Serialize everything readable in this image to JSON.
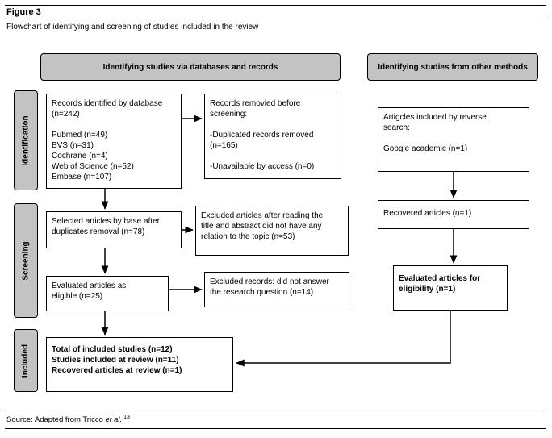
{
  "figure": {
    "label": "Figure 3",
    "caption": "Flowchart of identifying and screening of studies included in the review"
  },
  "headers": {
    "databases": "Identifying studies via databases and records",
    "other_methods": "Identifying studies from other methods"
  },
  "stages": {
    "identification": "Identification",
    "screening": "Screening",
    "included": "Included"
  },
  "boxes": {
    "records_identified": "Records identified by database\n(n=242)\n\nPubmed (n=49)\nBVS (n=31)\nCochrane (n=4)\nWeb of Science (n=52)\nEmbase (n=107)",
    "records_removed": "Records removied before\nscreening:\n\n-Duplicated records removed\n(n=165)\n\n-Unavailable by access (n=0)",
    "reverse_search": "Artigcles included by reverse\nsearch:\n\nGoogle academic  (n=1)",
    "selected_articles": "Selected articles by base after\nduplicates removal (n=78)",
    "excluded_title_abstract": "Excluded articles after reading the\ntitle and abstract did not have any\nrelation to the topic (n=53)",
    "recovered_articles": "Recovered articles (n=1)",
    "evaluated_eligible": "Evaluated articles as\neligible (n=25)",
    "excluded_records": "Excluded records: did not answer\nthe research question (n=14)",
    "evaluated_eligibility": "Evaluated articles for\neligibility (n=1)",
    "included_total": "Total of included studies (n=12)\nStudies included at review (n=11)\nRecovered articles at review (n=1)"
  },
  "source": {
    "prefix": "Source: Adapted from Tricco ",
    "italic": "et al.",
    "superscript": "13"
  },
  "colors": {
    "header_fill": "#c3c3c3",
    "border": "#000000",
    "background": "#ffffff"
  }
}
